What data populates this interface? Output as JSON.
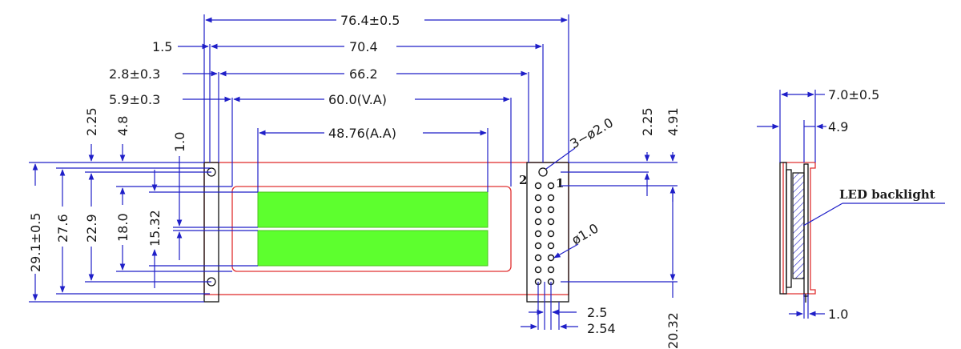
{
  "colors": {
    "dimension_line": "#1f1fc8",
    "outline_red": "#e03030",
    "lcd_green": "#5dff2e",
    "outline_black": "#111111"
  },
  "front_view": {
    "overall_width": "76.4±0.5",
    "pcb_width": "70.4",
    "bezel_width": "66.2",
    "view_area": "60.0(V.A)",
    "active_area": "48.76(A.A)",
    "left_offset_1": "1.5",
    "left_offset_2": "2.8±0.3",
    "left_offset_3": "5.9±0.3",
    "hole_spec": "3−ø2.0",
    "pin_hole_spec": "ø1.0",
    "pin_label_2": "2",
    "pin_label_1": "1",
    "pin_pitch": "2.5",
    "row_pitch": "2.54",
    "height_overall": "29.1±0.5",
    "height_pcb": "27.6",
    "height_bezel": "22.9",
    "height_va": "18.0",
    "height_aa": "15.32",
    "top_offset_1": "2.25",
    "top_offset_2": "4.8",
    "char_gap": "1.0",
    "right_offset_1": "2.25",
    "right_offset_2": "4.91",
    "header_length": "20.32"
  },
  "side_view": {
    "thickness_total": "7.0±0.5",
    "thickness_module": "4.9",
    "pcb_thickness": "1.0",
    "backlight_label": "LED backlight"
  }
}
